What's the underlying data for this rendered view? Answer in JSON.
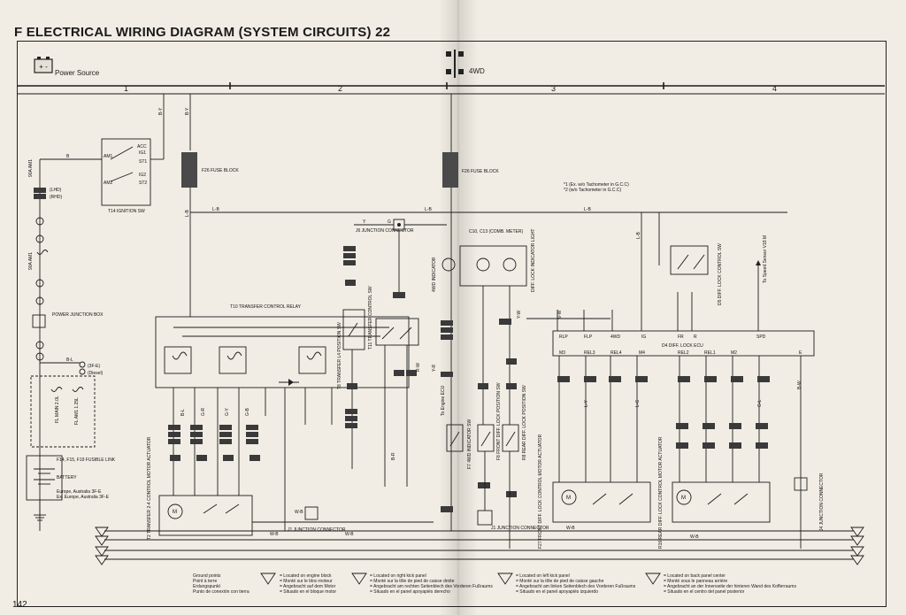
{
  "page": {
    "title": "F ELECTRICAL WIRING DIAGRAM (SYSTEM CIRCUITS) 22",
    "page_number": "142"
  },
  "header": {
    "power_source": "Power Source",
    "fourwd": "4WD"
  },
  "zones": [
    "1",
    "2",
    "3",
    "4"
  ],
  "components": {
    "ignition_sw": "T14\nIGNITION SW",
    "f26_left": "F26\nFUSE BLOCK",
    "f26_right": "F26\nFUSE BLOCK",
    "transfer_relay": "T10\nTRANSFER CONTROL\nRELAY",
    "j6": "J6\nJUNCTION\nCONNECTOR",
    "combination_meter": "C10, C13\n(COMB. METER)",
    "d4_ecu": "D4\nDIFF. LOCK ECU",
    "diff_lock_sw": "D5\nDIFF. LOCK CONTROL SW",
    "speed_sensor": "To Speed Sensor\nV18 M",
    "battery": "BATTERY",
    "fusible_link": "F14, F15, F19\nFUSIBLE LINK",
    "power_junction_box": "POWER JUNCTION\nBOX",
    "fuse_am1": "90A AM1",
    "fl_main": "FL MAIN 2.0L",
    "fl_am1": "FL AM1 1.25L",
    "j1_left": "J1\nJUNCTION\nCONNECTOR",
    "j1_mid": "J1\nJUNCTION\nCONNECTOR",
    "j4": "J4\nJUNCTION\nCONNECTOR",
    "t2": "T2\nTRANSFER 2-4 CONTROL\nMOTOR ACTUATOR",
    "t8": "T8\nTRANSFER L4 POSITION SW",
    "t11": "T11\nTRANSFER\nCONTROL SW",
    "f7": "F7\n4WD INDICATOR SW",
    "f8_sw": "F8\nFRONT DIFF. LOCK POSITION SW",
    "r8_sw": "R8\nREAR DIFF. LOCK POSITION SW",
    "f27": "F27\nFRONT DIFF. LOCK CONTROL\nMOTOR ACTUATOR",
    "r19": "R19\nREAR DIFF. LOCK CONTROL\nMOTOR ACTUATOR",
    "to_engine_ecu": "To Engine ECU",
    "fourwd_indicator": "4WD INDICATOR",
    "diff_lock_indicator": "DIFF. LOCK\nINDICATOR LIGHT"
  },
  "notes": {
    "tachometer_1": "*1 (Ex. w/o Tachometer in G.C.C)",
    "tachometer_2": "*2 (w/o Tachometer in G.C.C)",
    "battery_note_1": "Europe, Australia 3F-E",
    "battery_note_2": "Ex. Europe, Australia 3F-E",
    "lhd": "(LHD)",
    "rhd": "(RHD)",
    "diesel": "(Diesel)",
    "three_fe": "(3F-E)"
  },
  "ecu_terminals_top": [
    "RLP",
    "FLP",
    "4WD",
    "IG",
    "FR",
    "R",
    "SPD"
  ],
  "ecu_terminals_bottom": [
    "M3",
    "REL3",
    "REL4",
    "M4",
    "REL2",
    "REL1",
    "M2",
    "E"
  ],
  "wire_colors": [
    "B",
    "B-Y",
    "L-B",
    "W-B",
    "B-L",
    "G-R",
    "G-Y",
    "G-B",
    "Y-W",
    "V-W",
    "L-Y",
    "L-G",
    "G-L",
    "B-R",
    "R-W",
    "Y-R",
    "Y",
    "G",
    "B-W"
  ],
  "legend": {
    "ground_points": [
      "Ground points",
      "Point à terre",
      "Erdungspunkt",
      "Punto de conexión con tierra"
    ],
    "engine_block": [
      "= Located on engine block",
      "= Monté sur le bloc-moteur",
      "= Angebracht auf dem Motor",
      "= Situado en el bloque motor"
    ],
    "right_kick": [
      "= Located on right kick panel",
      "= Monté sur la tôle de pied de caisse droite",
      "= Angebracht am rechten Seitenblech des Vorderen Fußraums",
      "= Situado en el panel apoyapiés derecho"
    ],
    "left_kick": [
      "= Located on left kick panel",
      "= Monté sur la tôle de pied de caisse gauche",
      "= Angebracht am linken Seitenblech des Vorderen Fußraums",
      "= Situado en el panel apoyapiés izquierdo"
    ],
    "back_panel": [
      "= Located on back panel center",
      "= Monté sous le panneau arrière",
      "= Angebracht an der Innenseite der hinteren Wand des Kofferraums",
      "= Situado en el centro del panel posterior"
    ]
  },
  "colors": {
    "paper": "#f1ede4",
    "ink": "#1a1a1a",
    "fuse_fill": "#4a4a4a"
  }
}
